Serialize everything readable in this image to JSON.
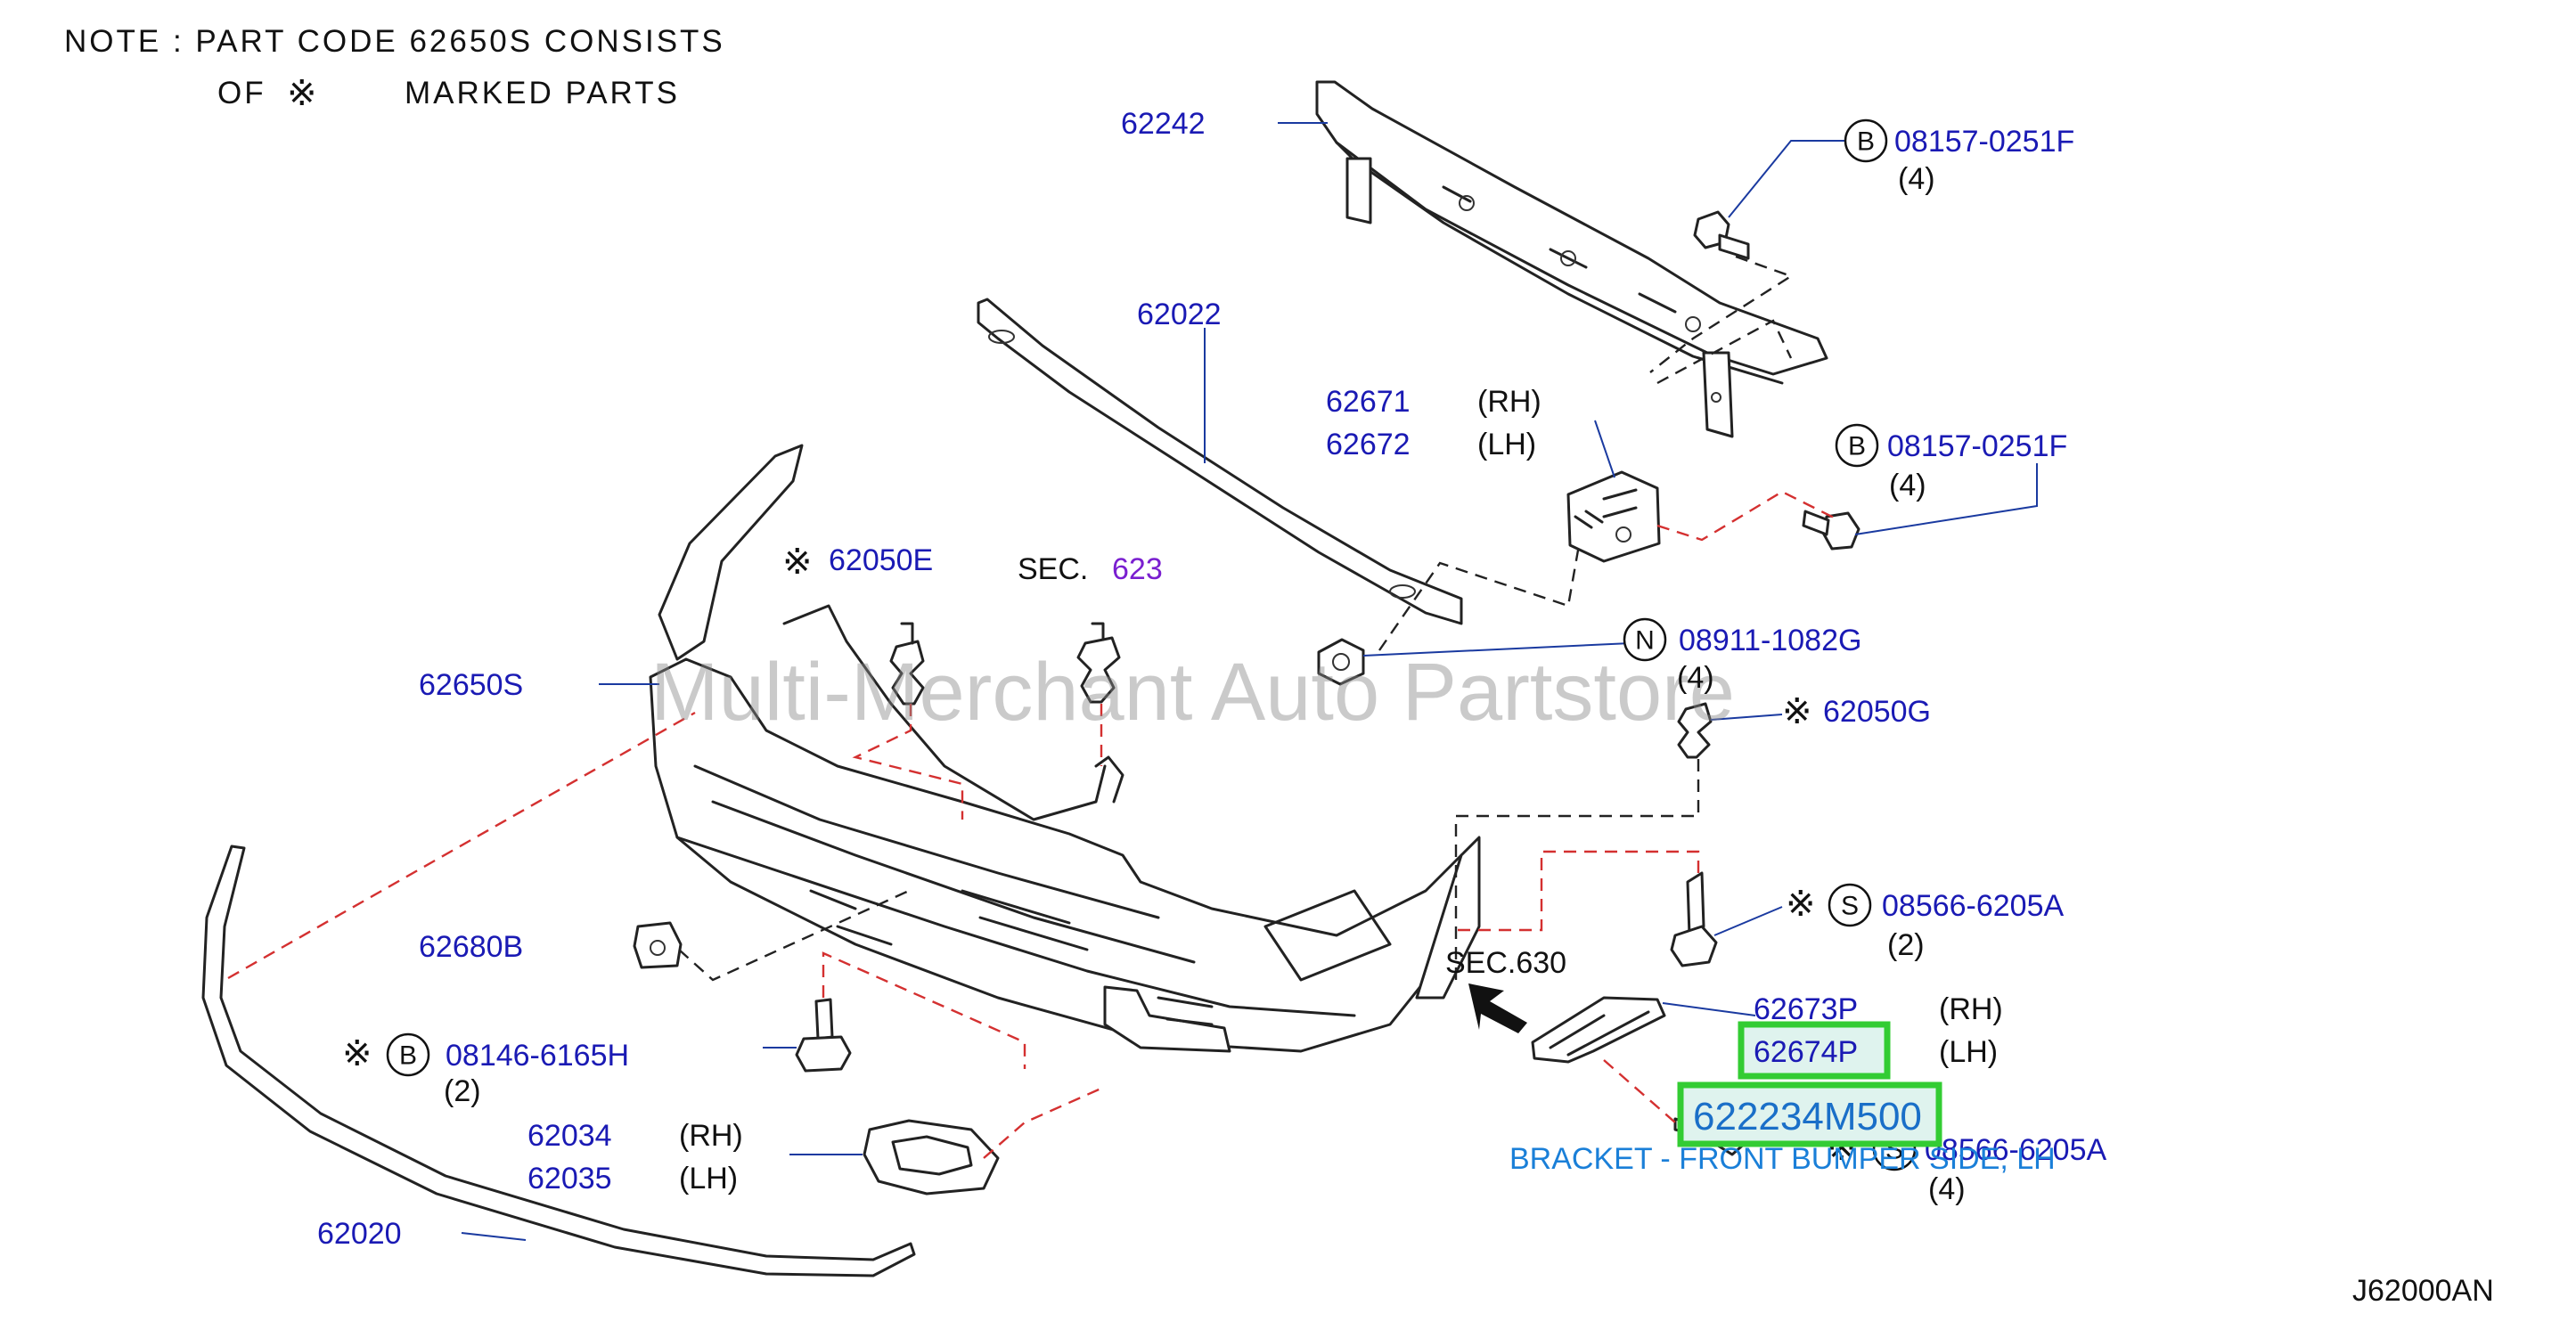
{
  "note": {
    "line1": "NOTE : PART CODE 62650S CONSISTS",
    "line2_prefix": "OF",
    "line2_mark": "※",
    "line2_suffix": "MARKED PARTS"
  },
  "watermark": "Multi-Merchant Auto Partstore",
  "diagram_code": "J62000AN",
  "symbols": {
    "special": "※",
    "B": "B",
    "N": "N",
    "S": "S"
  },
  "labels": {
    "p62242": "62242",
    "p62022": "62022",
    "p62671": "62671",
    "p62672": "62672",
    "rh": "(RH)",
    "lh": "(LH)",
    "p08157_top": "08157-0251F",
    "p08157_mid": "08157-0251F",
    "qty4": "(4)",
    "qty2": "(2)",
    "p62050E": "62050E",
    "sec623_prefix": "SEC.",
    "sec623_num": "623",
    "p62650S": "62650S",
    "p08911": "08911-1082G",
    "p62050G": "62050G",
    "p08566_top": "08566-6205A",
    "p08566_bot": "08566-6205A",
    "sec630": "SEC.630",
    "p62680B": "62680B",
    "p62673P": "62673P",
    "p62674P": "62674P",
    "p08146": "08146-6165H",
    "highlight_part": "622234M500",
    "bracket_desc": "BRACKET - FRONT BUMPER SIDE, LH",
    "p62034": "62034",
    "p62035": "62035",
    "p62020": "62020"
  },
  "colors": {
    "part_number": "#1a1ab4",
    "highlight_border": "#33cc33",
    "highlight_text": "#1a6fc8",
    "section_ref": "#7a1fd0",
    "dash_red": "#d43030"
  }
}
